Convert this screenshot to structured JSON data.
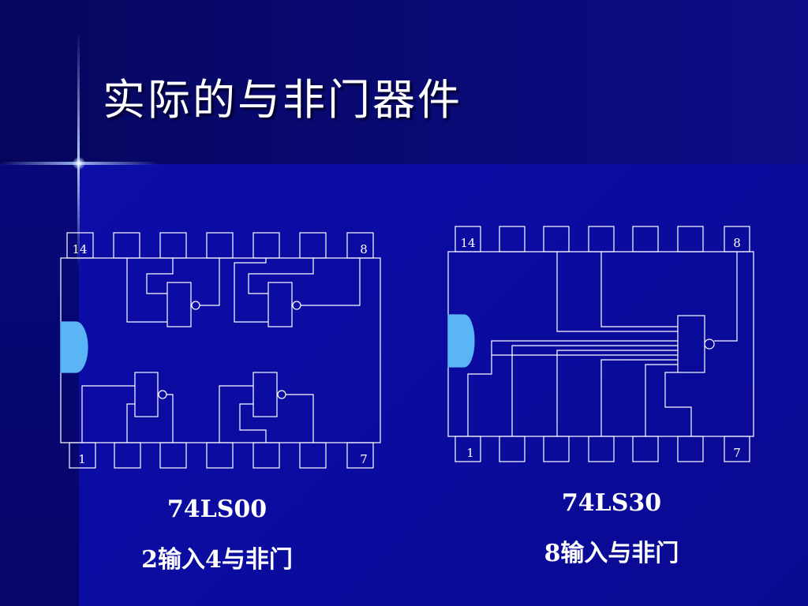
{
  "slide": {
    "title": "实际的与非门器件"
  },
  "chips": [
    {
      "part": "74LS00",
      "description": "2输入4与非门",
      "pin_top_left": "14",
      "pin_top_right": "8",
      "pin_bottom_left": "1",
      "pin_bottom_right": "7"
    },
    {
      "part": "74LS30",
      "description": "8输入与非门",
      "pin_top_left": "14",
      "pin_top_right": "8",
      "pin_bottom_left": "1",
      "pin_bottom_right": "7"
    }
  ],
  "colors": {
    "background": "#0a0a9a",
    "title_bar": "#06065e",
    "lines": "#ffffff",
    "notch": "#5ab4f5"
  }
}
